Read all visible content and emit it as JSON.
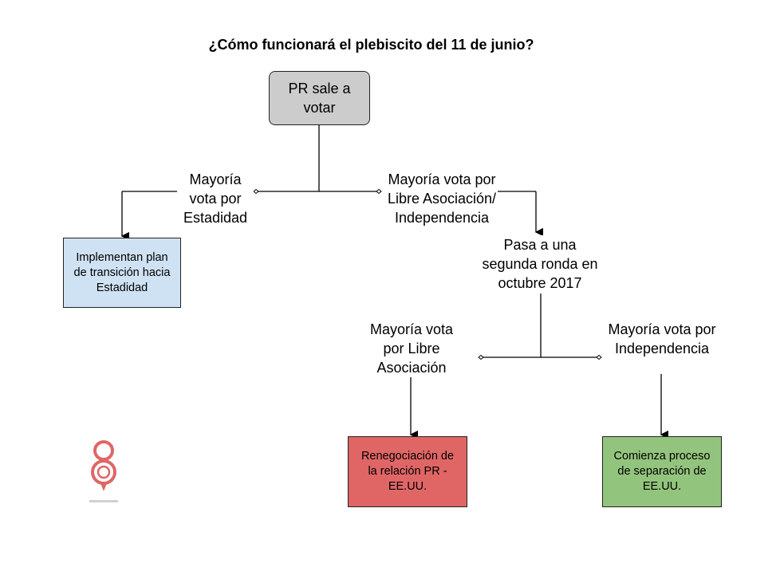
{
  "title": "¿Cómo funcionará el plebiscito del 11 de junio?",
  "nodes": {
    "start": {
      "text": "PR sale a votar",
      "color": "#cccccc"
    },
    "opt_estadidad": "Mayoría vota por Estadidad",
    "opt_libre_indep": "Mayoría vota por Libre Asociación/ Independencia",
    "plan_estadidad": {
      "text": "Implementan plan de transición hacia Estadidad",
      "color": "#cfe2f3"
    },
    "segunda_ronda": "Pasa a una segunda ronda en octubre 2017",
    "opt_libre": "Mayoría vota por Libre Asociación",
    "opt_indep": "Mayoría vota por Independencia",
    "renegociacion": {
      "text": "Renegociación de la relación PR - EE.UU.",
      "color": "#e06666"
    },
    "separacion": {
      "text": "Comienza proceso de separación de EE.UU.",
      "color": "#93c47d"
    }
  },
  "logo": {
    "name": "8-logo",
    "color": "#e06666"
  }
}
